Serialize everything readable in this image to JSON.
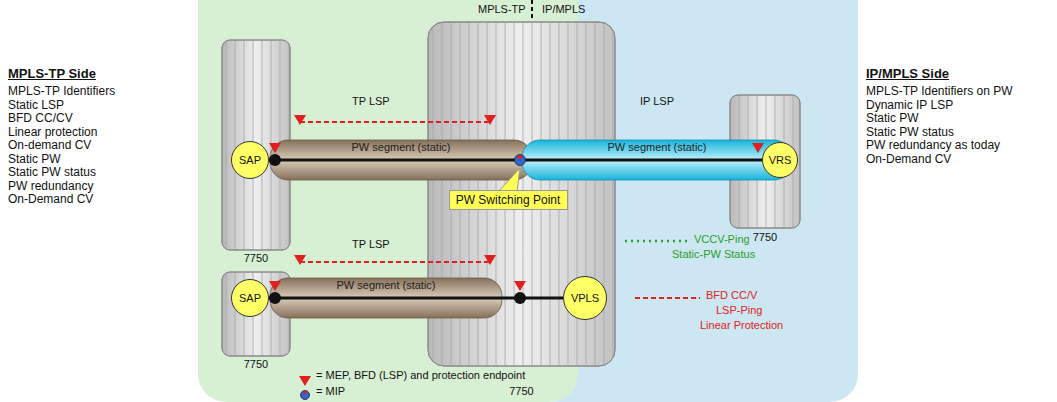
{
  "diagram": {
    "nodes": [
      {
        "text": [
          "7750"
        ]
      },
      {
        "text": [
          "SAP"
        ],
        "in": 0
      },
      {
        "text": [
          "7750"
        ]
      },
      {
        "text": [
          "SAP"
        ],
        "in": 2
      },
      {
        "text": [
          "7750"
        ]
      },
      {
        "text": [
          "VPLS"
        ],
        "in": 4
      },
      {
        "text": [
          "7750"
        ]
      },
      {
        "text": [
          "VRS"
        ],
        "in": 6
      },
      {
        "text": [
          "PW Switching Point"
        ],
        "in": 4
      }
    ],
    "edges": [
      {
        "from": 1,
        "to": 7,
        "arrow": "none"
      },
      {
        "from": 3,
        "to": 5,
        "arrow": "none"
      }
    ],
    "labels": [
      "MPLS-TP Side",
      "MPLS-TP Identifiers",
      "Static LSP",
      "BFD CC/CV",
      "Linear protection",
      "On-demand CV",
      "Static PW",
      "Static PW status",
      "PW redundancy",
      "On-Demand CV",
      "IP/MPLS Side",
      "MPLS-TP Identifiers on PW",
      "Dynamic IP LSP",
      "Static PW",
      "Static PW status",
      "PW redundancy as today",
      "On-Demand CV",
      "MPLS-TP",
      "IP/MPLS",
      "TP LSP",
      "PW segment (static)",
      "IP LSP",
      "PW segment (static)",
      "TP LSP",
      "PW segment (static)"
    ],
    "legend": [
      {
        "text": "VCCV-Ping"
      },
      {
        "text": "Static-PW Status"
      },
      {
        "text": "BFD CC/V"
      },
      {
        "text": "LSP-Ping"
      },
      {
        "text": "Linear Protection"
      },
      {
        "text": "= MEP, BFD (LSP) and protection endpoint"
      },
      {
        "text": "= MIP"
      }
    ]
  }
}
